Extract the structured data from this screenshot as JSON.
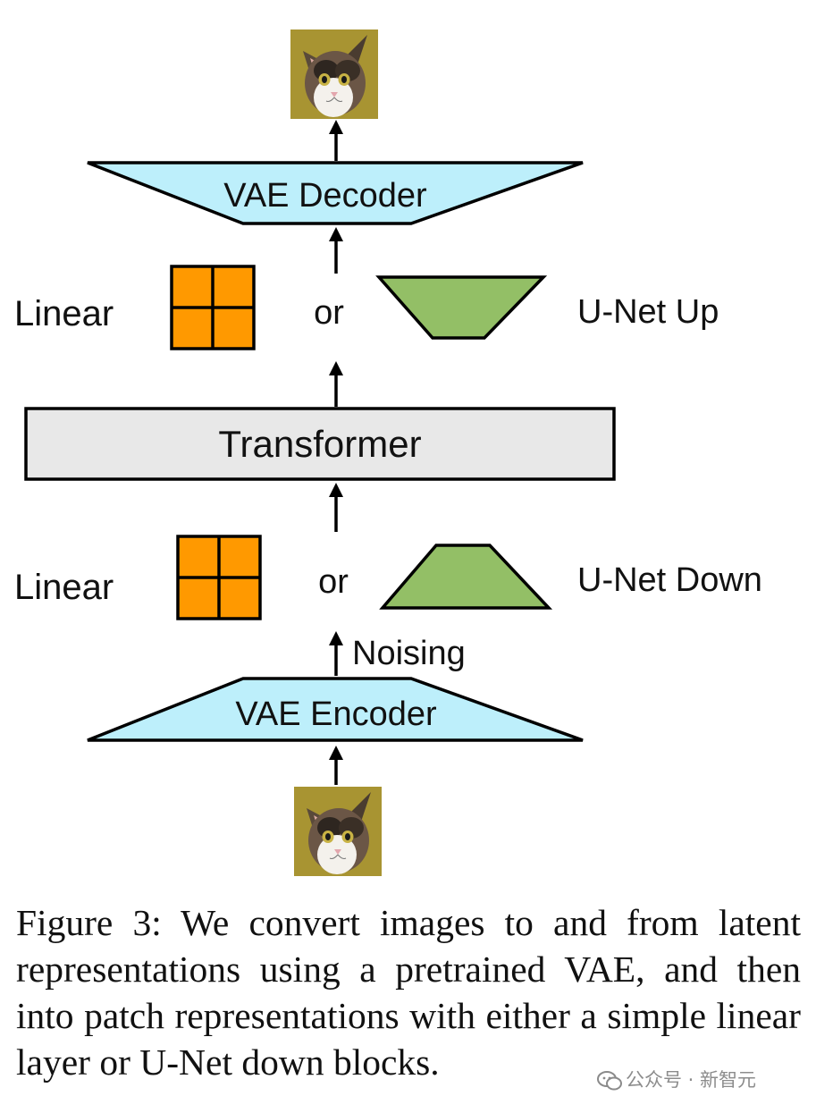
{
  "diagram": {
    "vae_decoder": "VAE Decoder",
    "vae_encoder": "VAE Encoder",
    "transformer": "Transformer",
    "linear_top": "Linear",
    "linear_bottom": "Linear",
    "or_top": "or",
    "or_bottom": "or",
    "unet_up": "U-Net Up",
    "unet_down": "U-Net Down",
    "noising": "Noising"
  },
  "caption": "Figure 3: We convert images to and from latent representations using a pretrained VAE, and then into patch representations with either a simple linear layer or U-Net down blocks.",
  "watermark": "公众号 · 新智元",
  "colors": {
    "vae_fill": "#bdeffb",
    "transformer_fill": "#e8e8e8",
    "linear_fill": "#ff9900",
    "unet_fill": "#93bf66",
    "cat_bg": "#a89432"
  },
  "icons": [
    "cat-image",
    "arrow-up-icon",
    "wechat-icon"
  ]
}
